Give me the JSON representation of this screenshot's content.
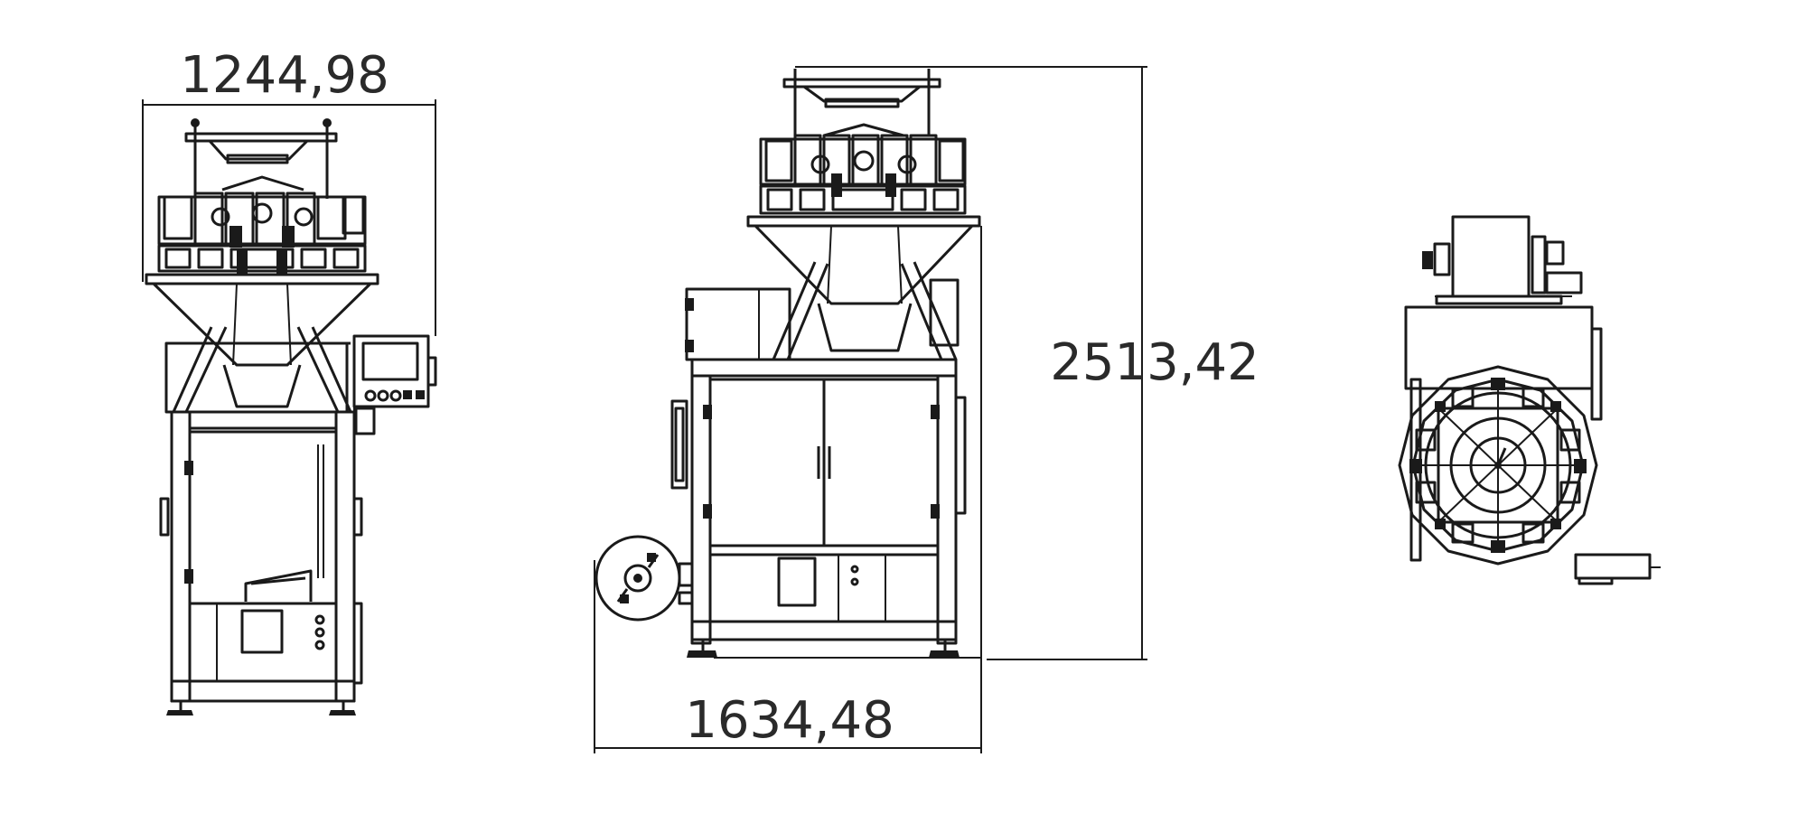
{
  "dimensions": {
    "width_side": "1244,98",
    "height_total": "2513,42",
    "width_front": "1634,48"
  },
  "colors": {
    "line": "#1a1a1a",
    "background": "#ffffff",
    "text": "#2a2a2a"
  }
}
